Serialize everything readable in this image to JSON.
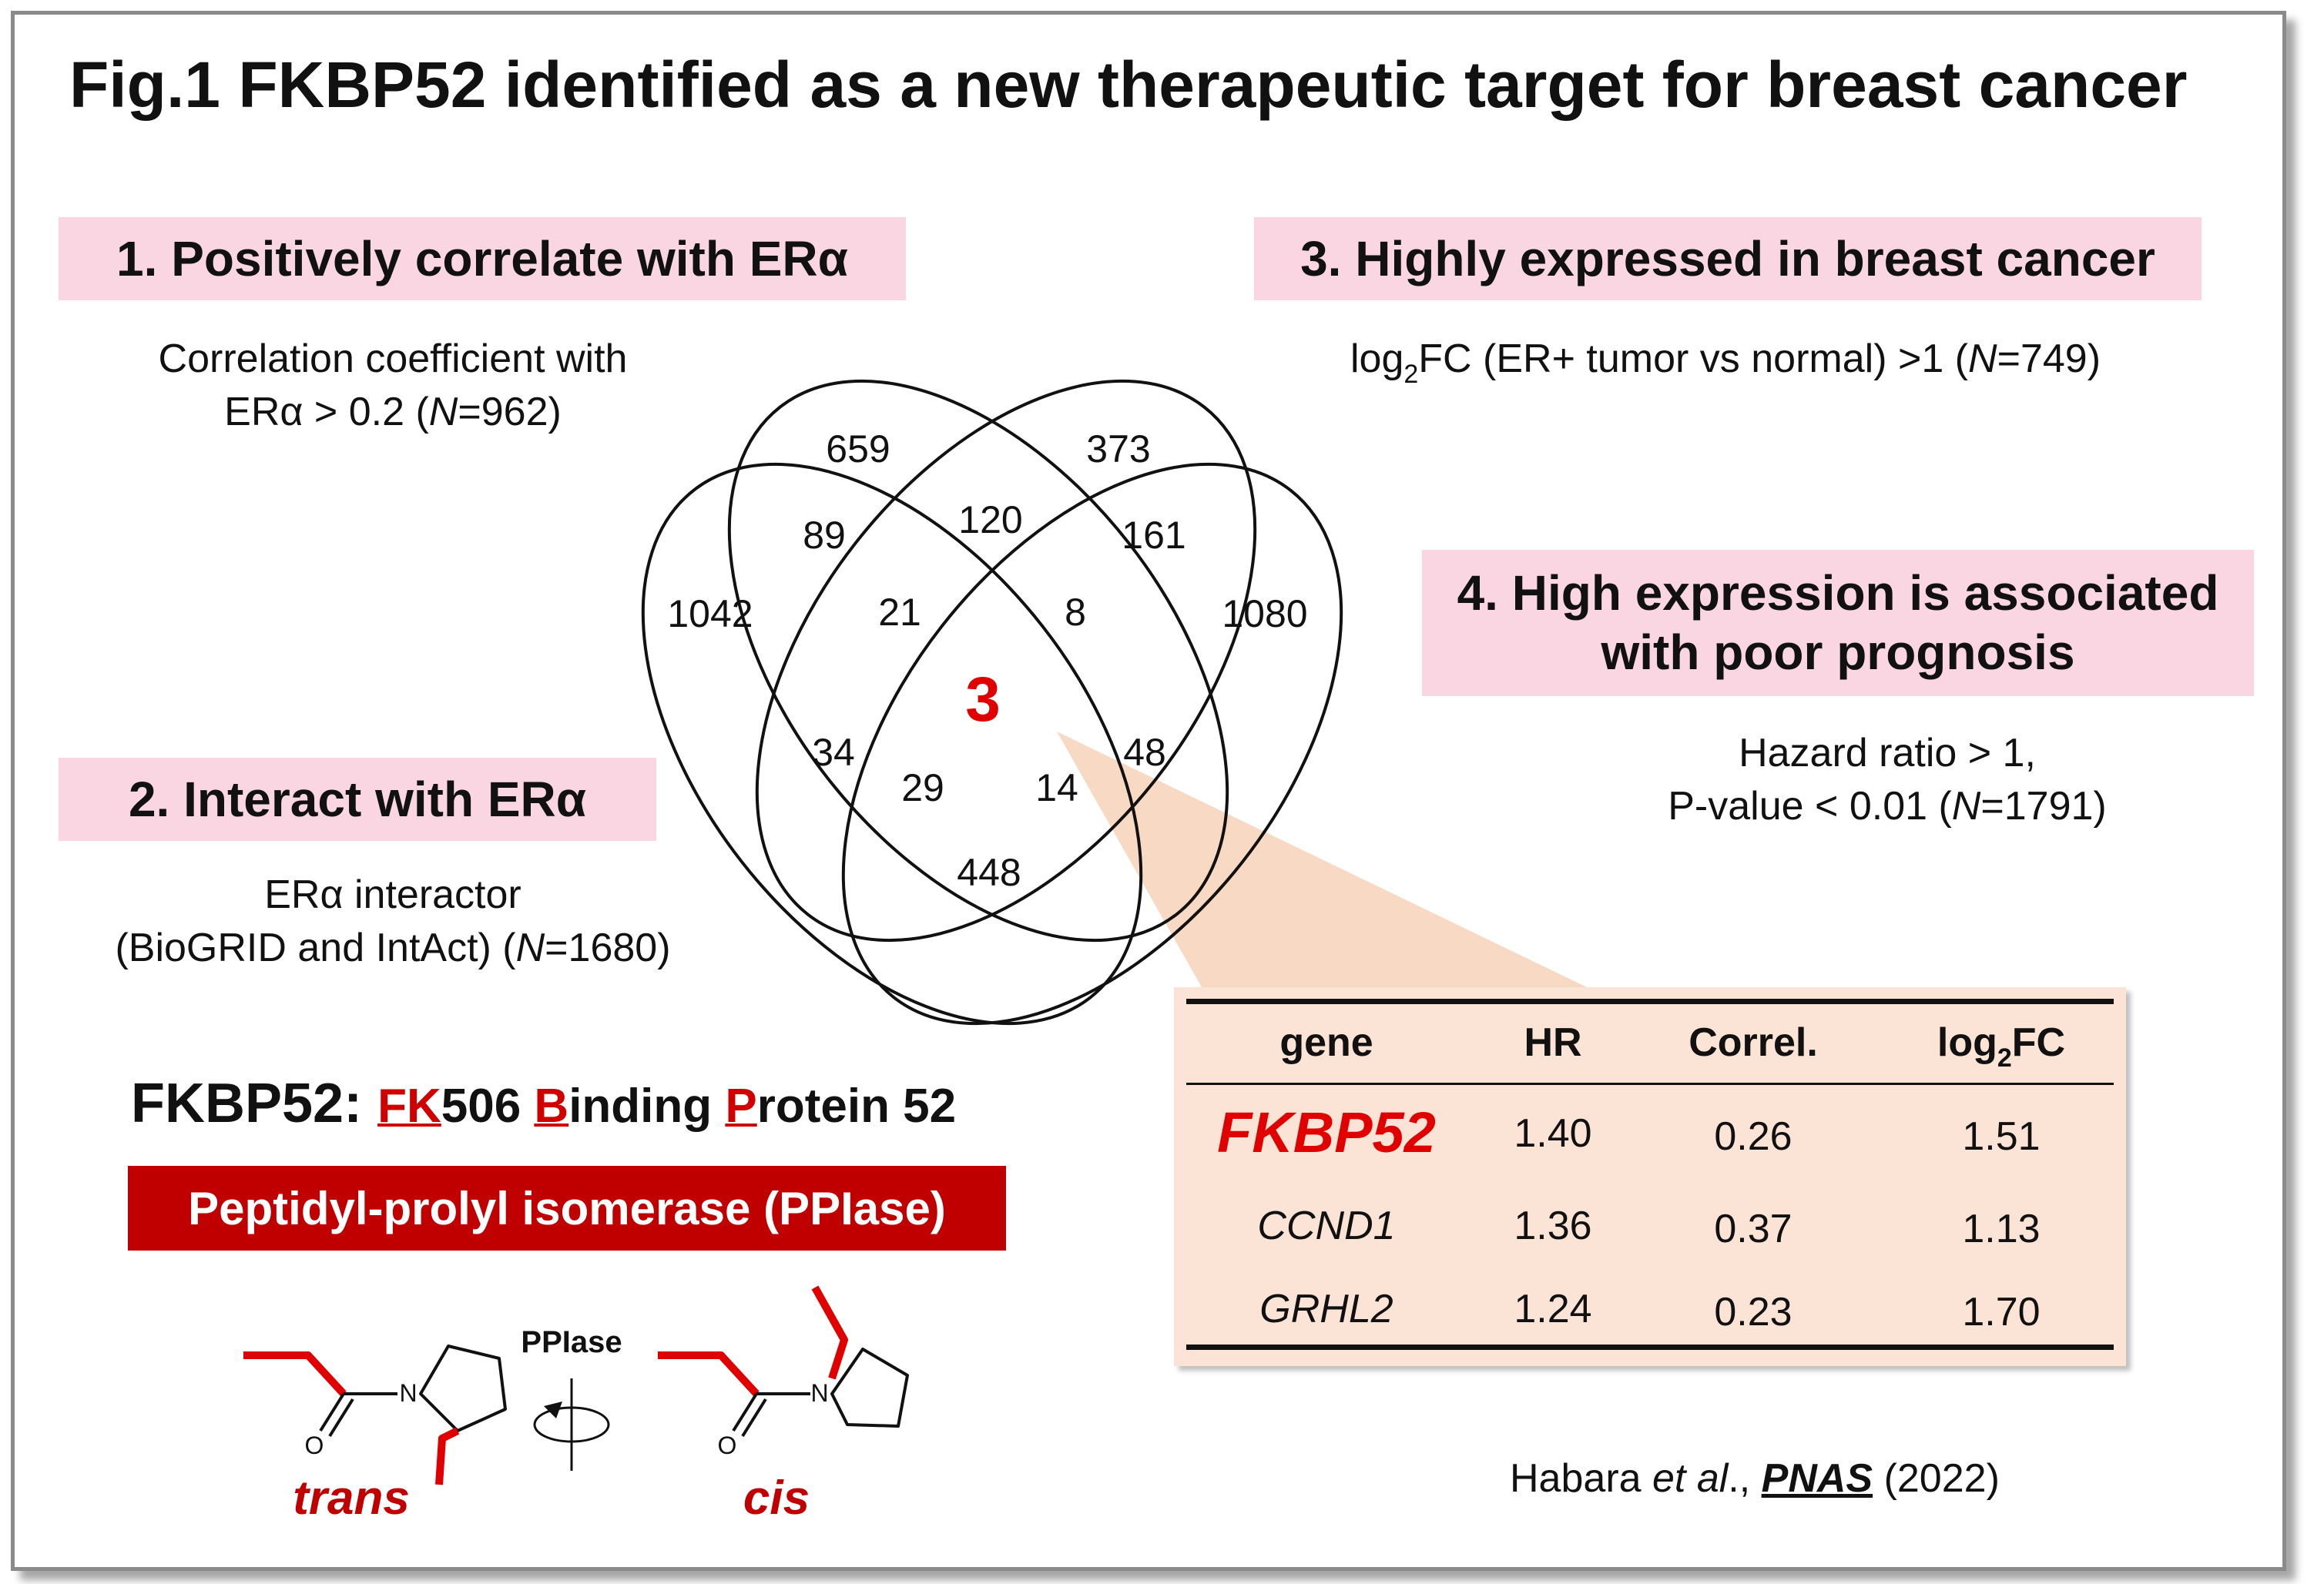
{
  "title": "Fig.1 FKBP52 identified as a new therapeutic target for breast cancer",
  "criteria": {
    "c1": {
      "heading": "1. Positively correlate with ERα",
      "line1": "Correlation coefficient with",
      "line2_pre": "ERα > 0.2 (",
      "line2_N": "N",
      "line2_post": "=962)"
    },
    "c2": {
      "heading": "2. Interact with ERα",
      "line1": "ERα interactor",
      "line2_pre": "(BioGRID and IntAct) (",
      "line2_N": "N",
      "line2_post": "=1680)"
    },
    "c3": {
      "heading": "3. Highly expressed in breast cancer",
      "line_log": "log",
      "line_sub": "2",
      "line_rest": "FC (ER+ tumor vs normal) >1 (",
      "line_N": "N",
      "line_post": "=749)"
    },
    "c4": {
      "heading_line1": "4. High expression is associated",
      "heading_line2": "with poor prognosis",
      "line1": "Hazard ratio > 1,",
      "line2_pre": "P-value < 0.01 (",
      "line2_N": "N",
      "line2_post": "=1791)"
    }
  },
  "venn": {
    "regions": {
      "a_only": "1042",
      "b_only": "659",
      "c_only": "373",
      "d_only": "1080",
      "ab": "89",
      "bc": "120",
      "cd": "161",
      "abc": "21",
      "bcd": "8",
      "center": "3",
      "ad": "34",
      "abd": "29",
      "acd": "14",
      "cd_low": "48",
      "bd_low": "448"
    }
  },
  "table": {
    "headers": {
      "gene": "gene",
      "hr": "HR",
      "correl": "Correl.",
      "log": "log",
      "log_sub": "2",
      "log_fc": "FC"
    },
    "rows": [
      {
        "gene": "FKBP52",
        "hr": "1.40",
        "correl": "0.26",
        "log2fc": "1.51"
      },
      {
        "gene": "CCND1",
        "hr": "1.36",
        "correl": "0.37",
        "log2fc": "1.13"
      },
      {
        "gene": "GRHL2",
        "hr": "1.24",
        "correl": "0.23",
        "log2fc": "1.70"
      }
    ]
  },
  "fkbp": {
    "name": "FKBP52:",
    "fk": "FK",
    "p506": "506 ",
    "b": "B",
    "inding": "inding ",
    "p": "P",
    "rotein": "rotein 52",
    "enzyme": "Peptidyl-prolyl isomerase (PPIase)",
    "arrow_label": "PPIase",
    "trans": "trans",
    "cis": "cis",
    "atom_n": "N",
    "atom_o": "O"
  },
  "citation": {
    "author": "Habara ",
    "etal": "et al",
    "comma": "., ",
    "journal": "PNAS",
    "year": " (2022)"
  },
  "colors": {
    "accent_red": "#c00000",
    "pink_box": "#f9d6e1",
    "table_bg": "#fbe3d6",
    "callout": "#f8d9c4"
  }
}
